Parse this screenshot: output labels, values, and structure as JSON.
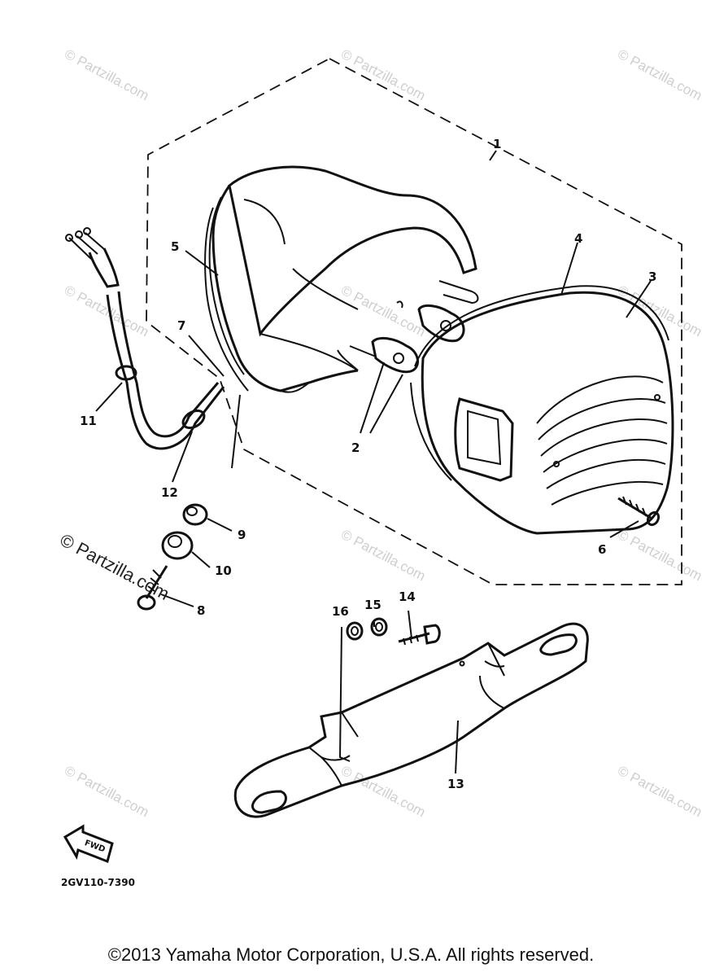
{
  "callouts": {
    "c1": "1",
    "c2": "2",
    "c3": "3",
    "c4": "4",
    "c5": "5",
    "c6": "6",
    "c7": "7",
    "c8": "8",
    "c9": "9",
    "c10": "10",
    "c11": "11",
    "c12": "12",
    "c13": "13",
    "c14": "14",
    "c15": "15",
    "c16": "16"
  },
  "watermark_text": "© Partzilla.com",
  "fwd_label": "FWD",
  "diagram_code": "2GV110-7390",
  "copyright": "©2013 Yamaha Motor Corporation, U.S.A. All rights reserved."
}
